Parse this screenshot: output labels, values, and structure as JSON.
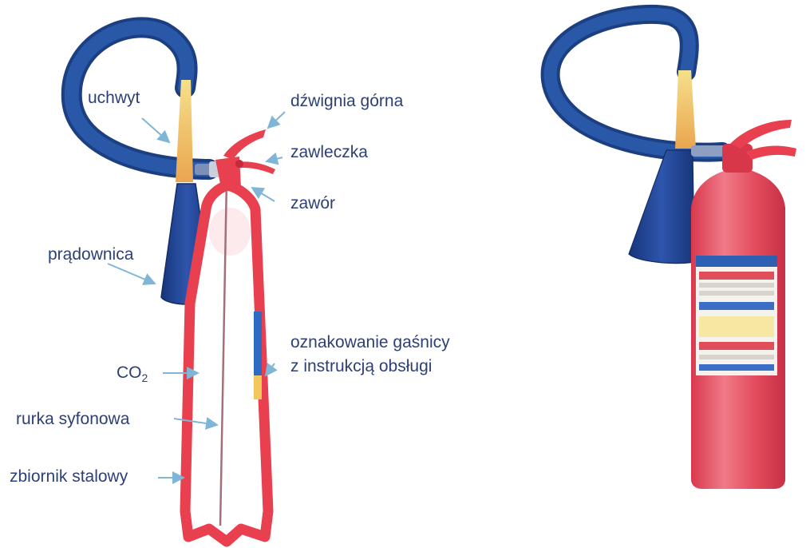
{
  "labels": {
    "handle": "uchwyt",
    "upper_lever": "dźwignia górna",
    "pin": "zawleczka",
    "valve": "zawór",
    "nozzle": "prądownica",
    "marking_line1": "oznakowanie gaśnicy",
    "marking_line2": "z instrukcją obsługi",
    "co2_main": "CO",
    "co2_sub": "2",
    "siphon_tube": "rurka syfonowa",
    "steel_tank": "zbiornik stalowy"
  },
  "colors": {
    "hose": "#2a58a8",
    "hose_outline": "#1b3f80",
    "nozzle": "#1d3f8e",
    "cylinder": "#e24a5c",
    "cylinder_light": "#f07f8c",
    "valve_red": "#e8404e",
    "label_text": "#2e3f74",
    "arrow": "#7fb6d8",
    "handle_gold": "#f3c56a"
  }
}
